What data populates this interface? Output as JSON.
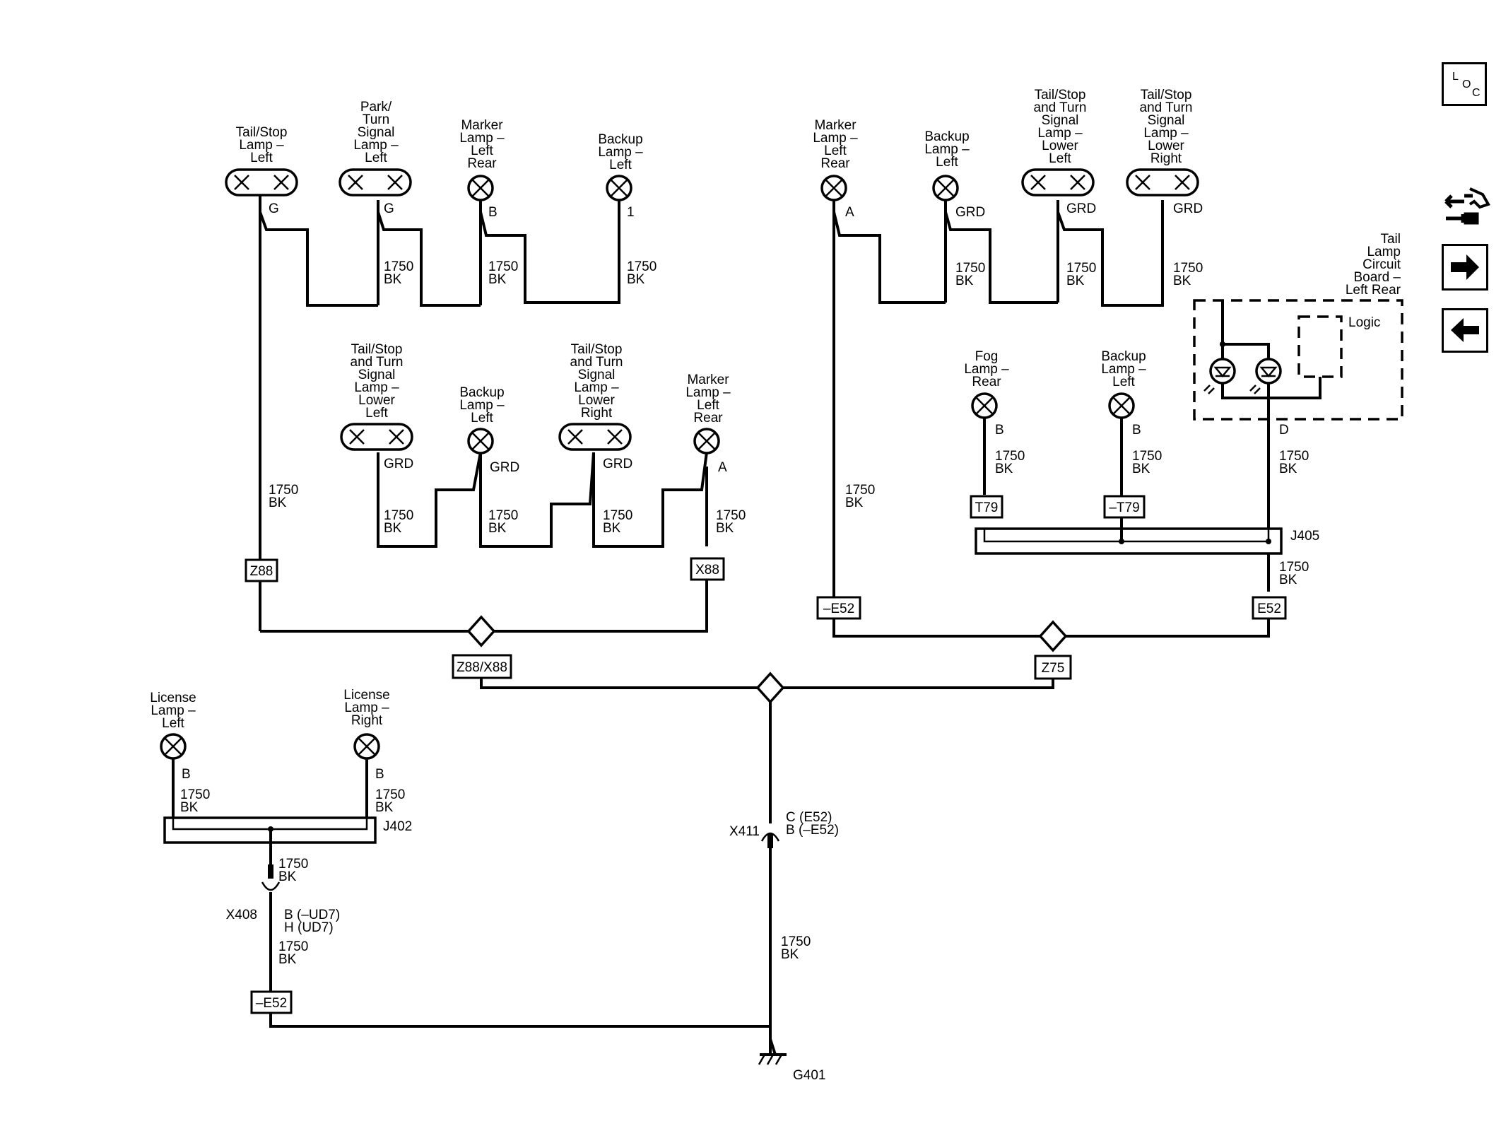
{
  "components": {
    "tail_stop_left": "Tail/Stop\nLamp –\nLeft",
    "park_turn_left": "Park/\nTurn\nSignal\nLamp –\nLeft",
    "marker_left_rear_1": "Marker\nLamp –\nLeft\nRear",
    "backup_left_1": "Backup\nLamp –\nLeft",
    "tail_lower_left_1": "Tail/Stop\nand Turn\nSignal\nLamp –\nLower\nLeft",
    "backup_left_2": "Backup\nLamp –\nLeft",
    "tail_lower_right_1": "Tail/Stop\nand Turn\nSignal\nLamp –\nLower\nRight",
    "marker_left_rear_2": "Marker\nLamp –\nLeft\nRear",
    "marker_left_rear_3": "Marker\nLamp –\nLeft\nRear",
    "backup_left_3": "Backup\nLamp –\nLeft",
    "tail_lower_left_2": "Tail/Stop\nand Turn\nSignal\nLamp –\nLower\nLeft",
    "tail_lower_right_2": "Tail/Stop\nand Turn\nSignal\nLamp –\nLower\nRight",
    "fog_rear": "Fog\nLamp –\nRear",
    "backup_left_4": "Backup\nLamp –\nLeft",
    "circuit_board": "Tail\nLamp\nCircuit\nBoard –\nLeft Rear",
    "license_left": "License\nLamp –\nLeft",
    "license_right": "License\nLamp –\nRight",
    "logic": "Logic"
  },
  "pins": {
    "p1": "G",
    "p2": "G",
    "p3": "B",
    "p4": "1",
    "p5": "GRD",
    "p6": "GRD",
    "p7": "GRD",
    "p8": "A",
    "p9": "A",
    "p10": "GRD",
    "p11": "GRD",
    "p12": "GRD",
    "p13": "B",
    "p14": "B",
    "p15": "D",
    "p16": "B",
    "p17": "B"
  },
  "wire_label": "1750\nBK",
  "options": {
    "z88": "Z88",
    "x88": "X88",
    "z88x88": "Z88/X88",
    "e52_neg_1": "–E52",
    "e52": "E52",
    "z75": "Z75",
    "t79": "T79",
    "t79_neg": "–T79",
    "e52_neg_2": "–E52"
  },
  "splices": {
    "j405": "J405",
    "j402": "J402"
  },
  "connectors": {
    "x411": "X411",
    "x411_pins": "C (E52)\nB (–E52)",
    "x408": "X408",
    "x408_pins": "B (–UD7)\nH (UD7)"
  },
  "ground": "G401",
  "nav": {
    "loc_icon": "loc-icon",
    "connector_icon": "connector-tool-icon",
    "next_icon": "arrow-right-icon",
    "prev_icon": "arrow-left-icon"
  }
}
